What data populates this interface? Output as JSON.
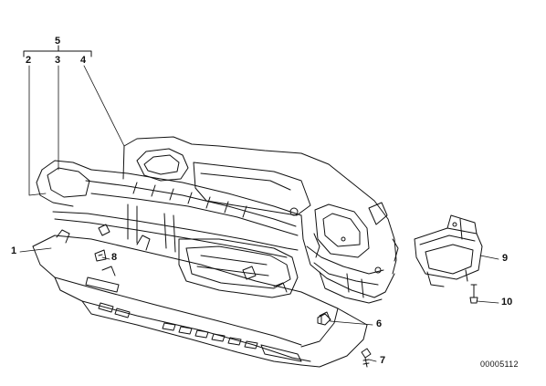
{
  "diagram": {
    "callouts": [
      {
        "id": "c1",
        "number": "1"
      },
      {
        "id": "c2",
        "number": "2"
      },
      {
        "id": "c3",
        "number": "3"
      },
      {
        "id": "c4",
        "number": "4"
      },
      {
        "id": "c5",
        "number": "5"
      },
      {
        "id": "c6",
        "number": "6"
      },
      {
        "id": "c7",
        "number": "7"
      },
      {
        "id": "c8",
        "number": "8"
      },
      {
        "id": "c9",
        "number": "9"
      },
      {
        "id": "c10",
        "number": "10"
      }
    ],
    "document_number": "00005112",
    "line_color": "#111111",
    "background_color": "#ffffff"
  }
}
